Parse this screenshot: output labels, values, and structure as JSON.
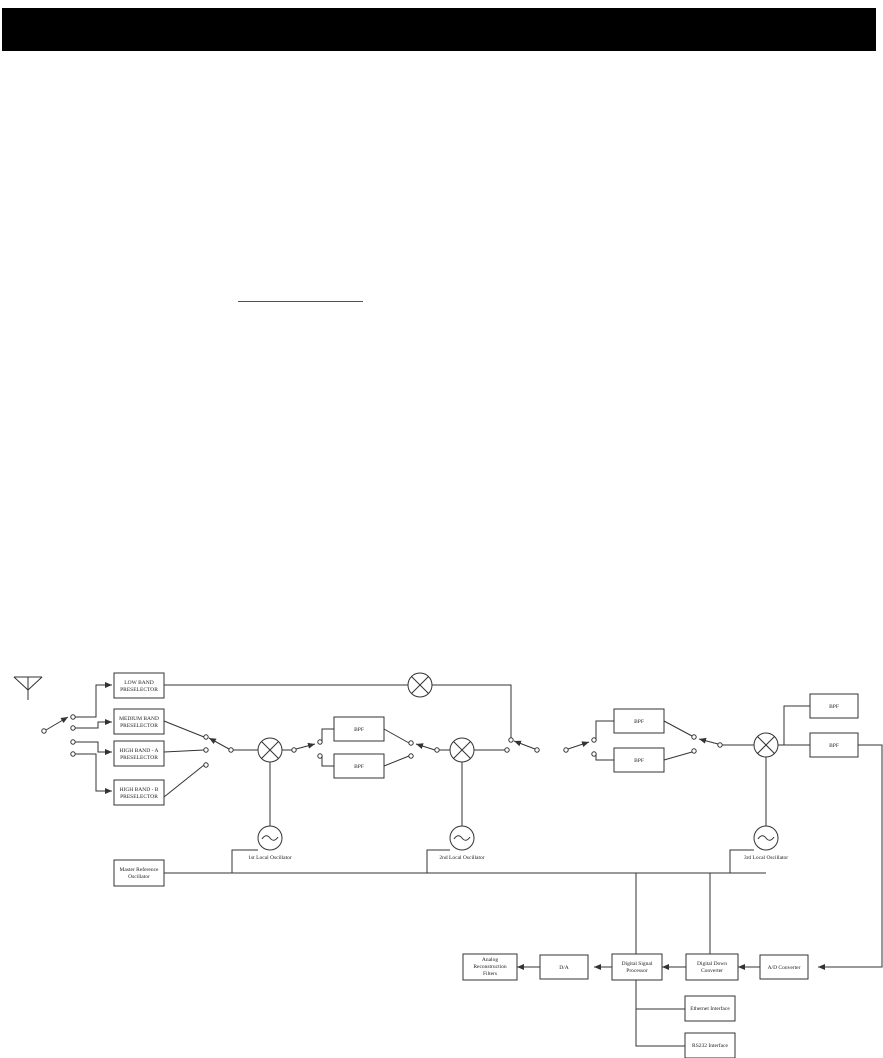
{
  "colors": {
    "header": "#000000",
    "link": "#1a56c8",
    "line": "#333333",
    "box_fill": "#ffffff"
  },
  "icons": {
    "antenna": "antenna-icon",
    "mixer": "mixer-icon",
    "oscillator": "oscillator-icon",
    "switch": "rf-switch-icon"
  },
  "blocks": {
    "low_band": [
      "LOW BAND",
      "PRESELECTOR"
    ],
    "medium_band": [
      "MEDIUM BAND",
      "PRESELECTOR"
    ],
    "high_band_a": [
      "HIGH BAND - A",
      "PRESELECTOR"
    ],
    "high_band_b": [
      "HIGH BAND - B",
      "PRESELECTOR"
    ],
    "bpf": "BPF",
    "master_ref": [
      "Master Reference",
      "Oscillator"
    ],
    "lo1": "1st Local Oscillator",
    "lo2": "2nd Local Oscillator",
    "lo3": "3rd Local Oscillator",
    "analog_recon": [
      "Analog",
      "Reconstruction",
      "Filters"
    ],
    "da": "D/A",
    "dsp": [
      "Digital Signal",
      "Processor"
    ],
    "ddc": [
      "Digital Down",
      "Converter"
    ],
    "adc": "A/D Converter",
    "ethernet": "Ethernet Interface",
    "rs232": "RS232 Interface"
  }
}
